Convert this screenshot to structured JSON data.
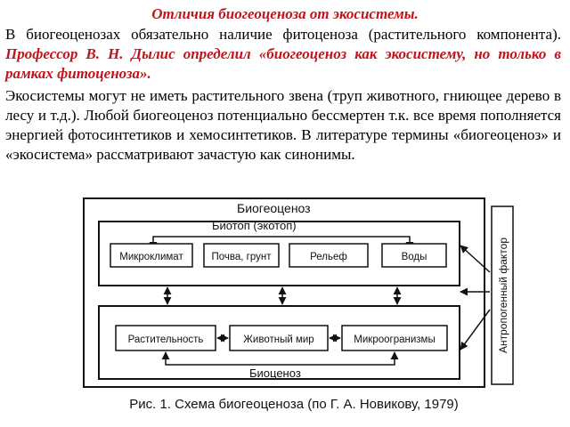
{
  "title": "Отличия биогеоценоза от экосистемы.",
  "paragraph1": {
    "text": "В биогеоценозах обязательно наличие фитоценоза (растительного компонента).",
    "highlight": "Профессор В. Н. Дылис определил «биогеоценоз как экосистему, но только в рамках фитоценоза»."
  },
  "paragraph2": "Экосистемы могут не иметь растительного звена (труп животного, гниющее дерево в лесу и т.д.). Любой биогеоценоз потенциально бессмертен т.к. все время пополняется энергией фотосинтетиков и хемосинтетиков. В литературе термины «биогеоценоз» и «экосистема» рассматривают зачастую как синонимы.",
  "diagram": {
    "outer_label": "Биогеоценоз",
    "biotope_label": "Биотоп (экотоп)",
    "biotope_items": [
      "Микроклимат",
      "Почва, грунт",
      "Рельеф",
      "Воды"
    ],
    "biocenosis_label": "Биоценоз",
    "biocenosis_items": [
      "Растительность",
      "Животный мир",
      "Микроогранизмы"
    ],
    "side_label": "Антропогенный фактор",
    "caption": "Рис. 1. Схема биогеоценоза (по Г. А. Новикову, 1979)"
  }
}
